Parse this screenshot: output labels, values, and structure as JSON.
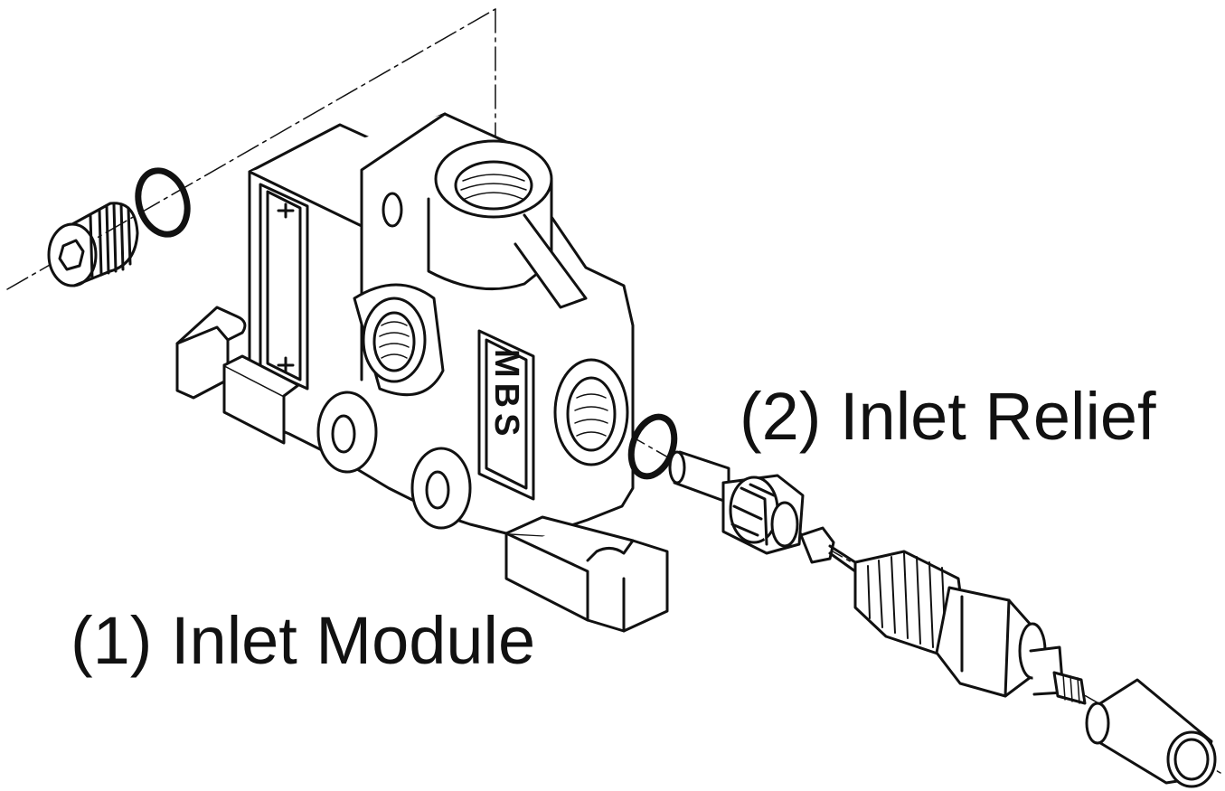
{
  "labels": {
    "inlet_module": "(1) Inlet Module",
    "inlet_relief": "(2) Inlet Relief"
  },
  "logo_text": "MBS",
  "colors": {
    "line": "#111111",
    "background": "#ffffff"
  }
}
